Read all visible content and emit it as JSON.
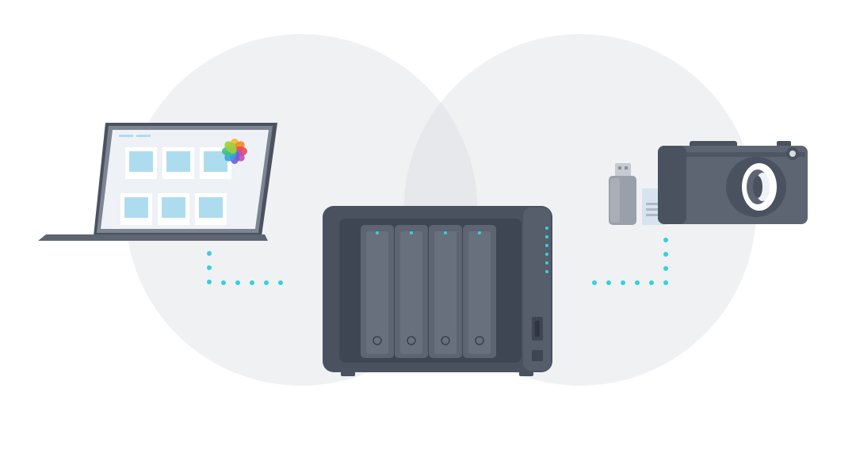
{
  "scene": {
    "description_labels": [],
    "nodes": [
      {
        "id": "laptop",
        "name": "laptop-with-photo-gallery",
        "icon": "laptop-icon"
      },
      {
        "id": "nas",
        "name": "four-bay-nas-server",
        "icon": "nas-icon",
        "drive_bays": 4
      },
      {
        "id": "camera",
        "name": "camera-with-usb-and-sd-card",
        "icon": "camera-icon"
      }
    ],
    "links": [
      {
        "from": "laptop",
        "to": "nas",
        "style": "dotted"
      },
      {
        "from": "camera",
        "to": "nas",
        "style": "dotted"
      }
    ]
  },
  "colors": {
    "background": "#ffffff",
    "circle": "#f0f1f3",
    "circle_overlap": "#e6e7ea",
    "device_dark": "#4a5260",
    "device_mid": "#5d6572",
    "device_light": "#8a919c",
    "screen_bg": "#eef2f6",
    "thumb": "#aedcef",
    "accent_dots": "#35d0de"
  }
}
